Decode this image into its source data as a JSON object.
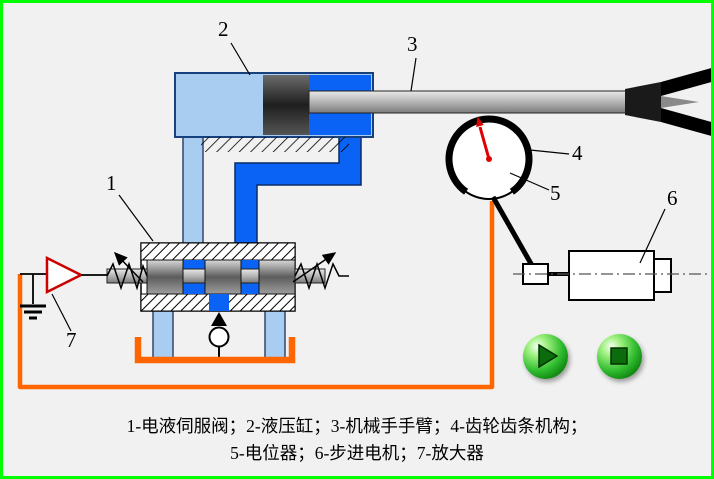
{
  "labels": {
    "1": "1",
    "2": "2",
    "3": "3",
    "4": "4",
    "5": "5",
    "6": "6",
    "7": "7"
  },
  "caption": {
    "line1": "1-电液伺服阀；2-液压缸；3-机械手手臂；4-齿轮齿条机构；",
    "line2": "5-电位器；6-步进电机；7-放大器"
  },
  "colors": {
    "border_green": "#00ff00",
    "background": "#f1f1f1",
    "fluid_blue": "#0b63f6",
    "pipe_light_blue": "#a8cdf0",
    "wire_orange": "#ff6600",
    "needle_red": "#e00000",
    "amplifier_red": "#cc0000",
    "button_green": "#2fbb2f"
  },
  "buttons": {
    "play_icon": "play-triangle",
    "stop_icon": "stop-square"
  }
}
